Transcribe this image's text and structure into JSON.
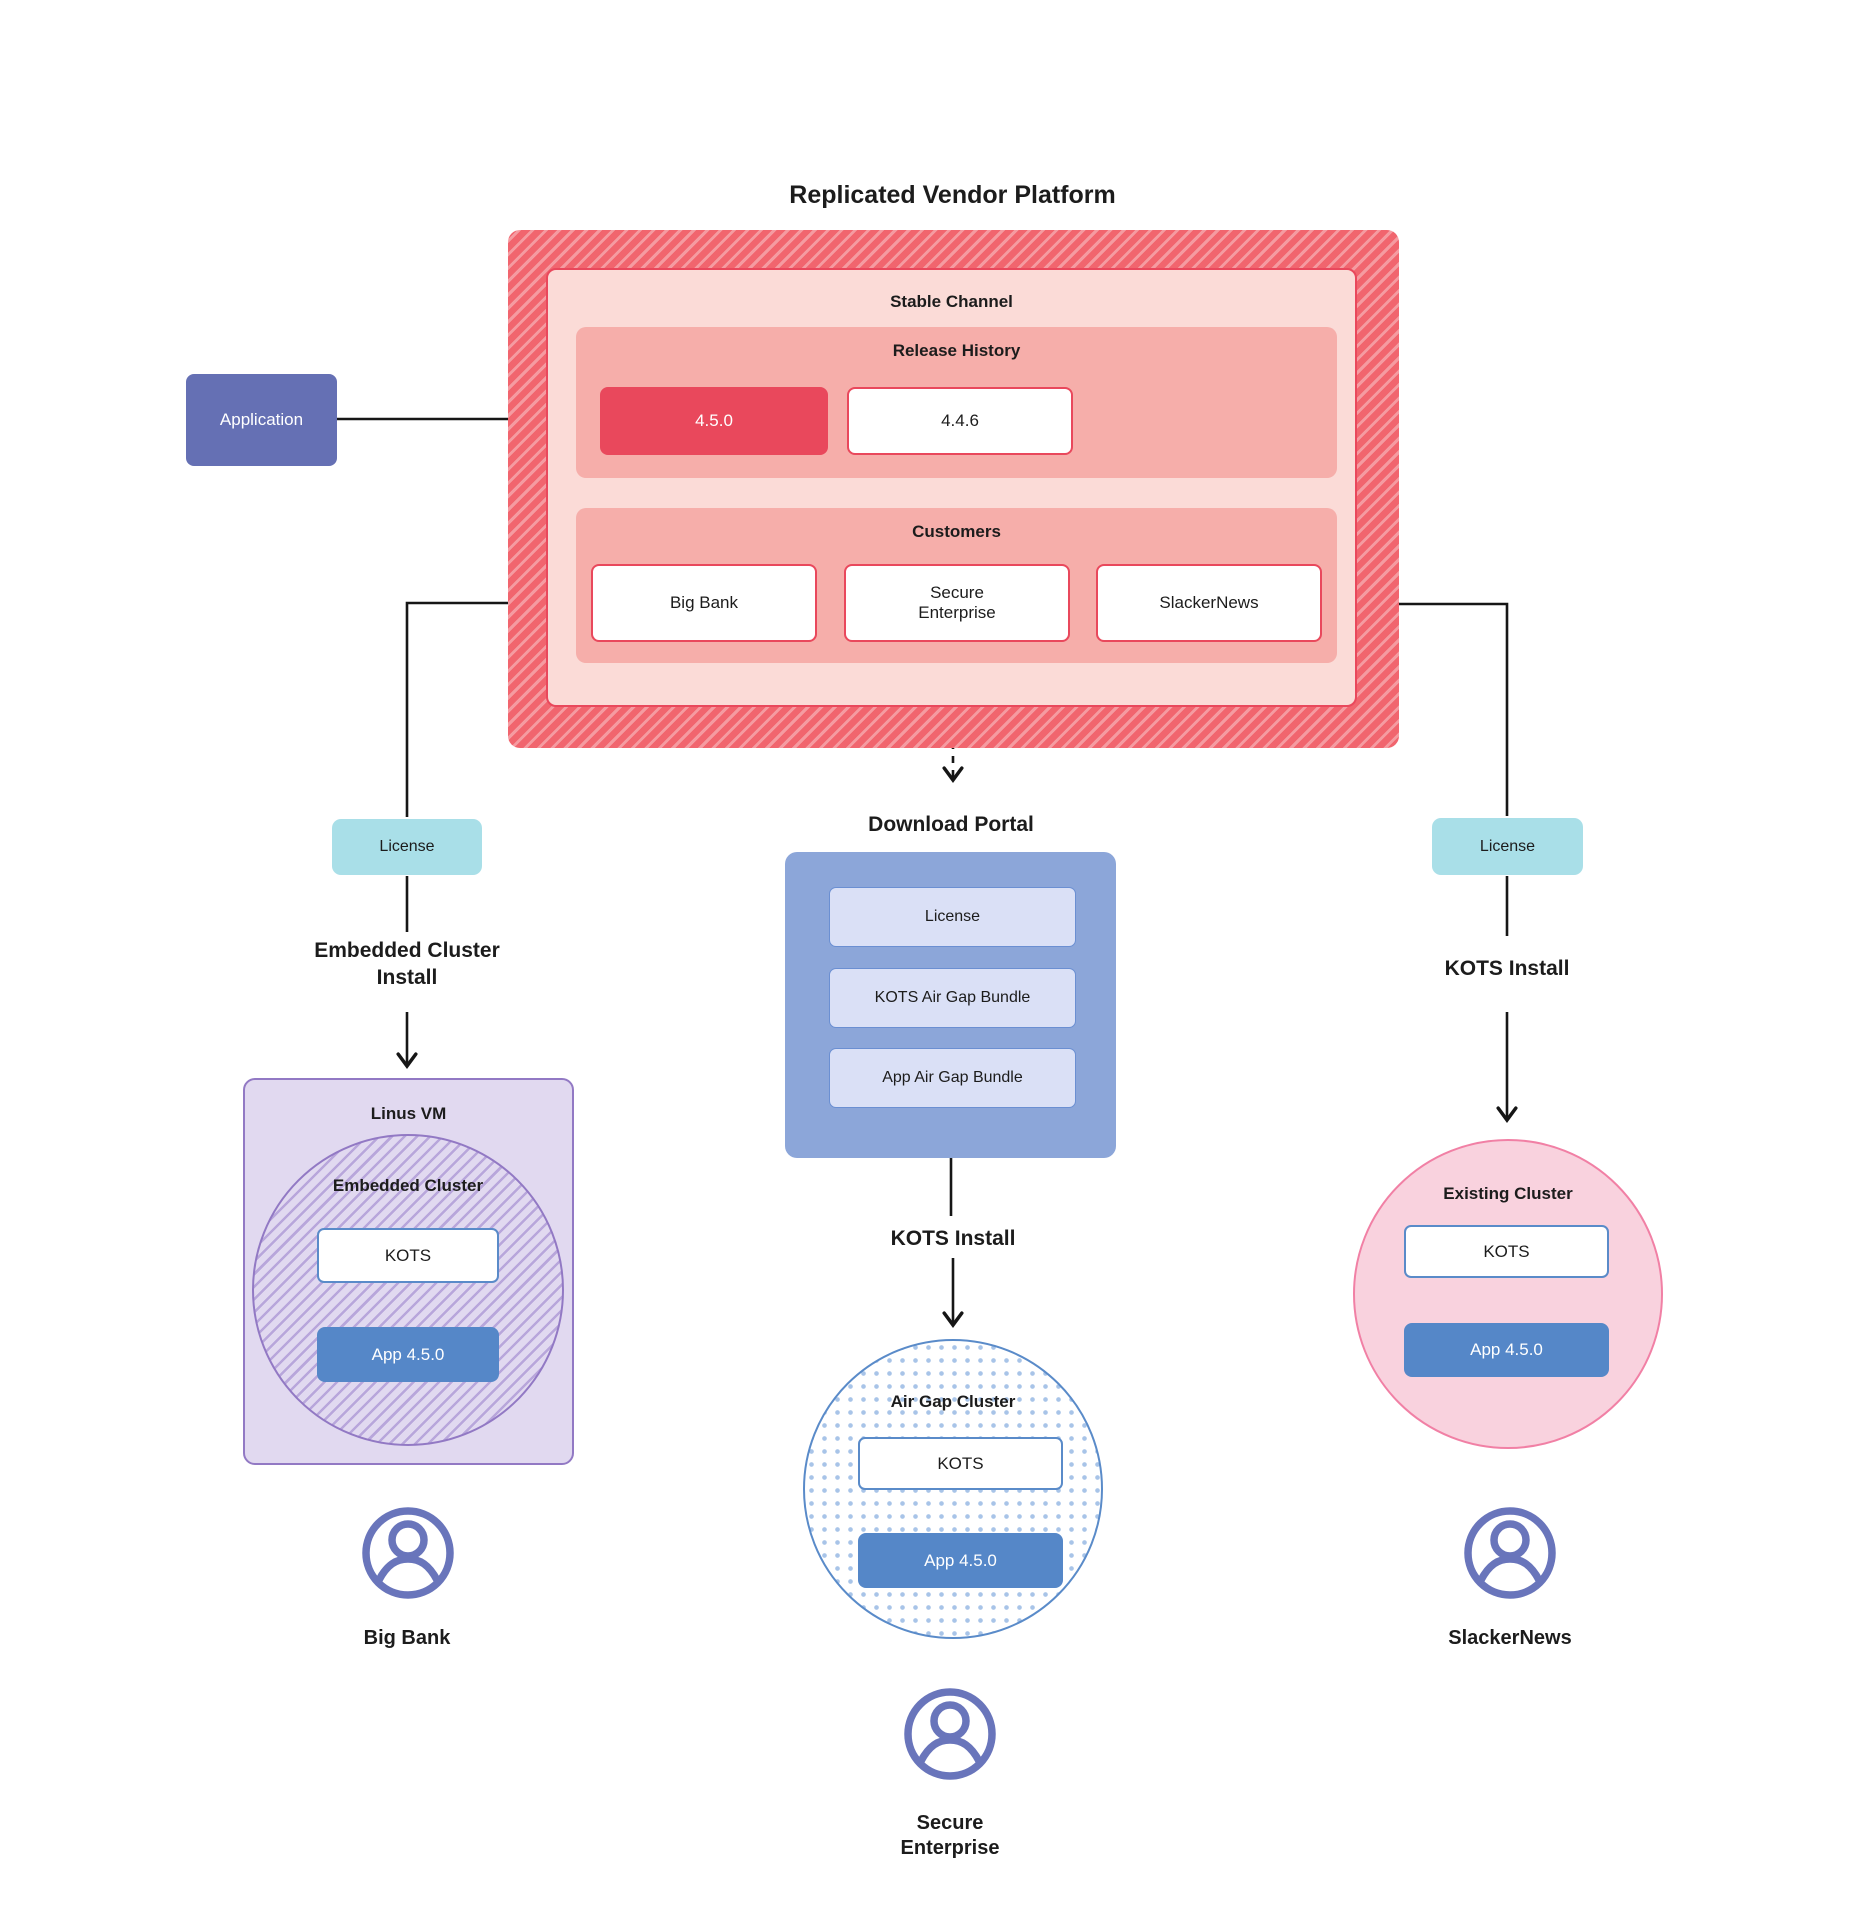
{
  "title": "Replicated Vendor Platform",
  "colors": {
    "red_accent": "#e9485c",
    "hatch_base": "#f1656e",
    "hatch_stripe": "#f59ba1",
    "stable_fill": "#fbdbd7",
    "salmon_fill": "#f6aeaa",
    "purple_app": "#6570b4",
    "teal": "#a9dfe8",
    "dp_blue": "#8ca6d9",
    "dp_item_fill": "#dae0f6",
    "dp_item_border": "#6b8fd2",
    "vm_fill": "#e1d9f0",
    "vm_border": "#9279c4",
    "vm_hatch": "#b8a6db",
    "blue_border": "#5a8bc9",
    "app_blue": "#5587c8",
    "pink_fill": "#f9d2de",
    "pink_border": "#f180a5",
    "dot_color": "#a8c4e8",
    "person": "#6975bb",
    "line": "#161616",
    "text": "#1c1c1c"
  },
  "application": {
    "label": "Application"
  },
  "platform": {
    "stable_channel": {
      "label": "Stable Channel",
      "release_history": {
        "label": "Release History",
        "releases": [
          {
            "version": "4.5.0",
            "highlight": true
          },
          {
            "version": "4.4.6",
            "highlight": false
          }
        ]
      },
      "customers": {
        "label": "Customers",
        "items": [
          {
            "name": "Big Bank"
          },
          {
            "name": "Secure Enterprise"
          },
          {
            "name": "SlackerNews"
          }
        ]
      }
    }
  },
  "download_portal": {
    "title": "Download Portal",
    "items": [
      {
        "label": "License"
      },
      {
        "label": "KOTS Air Gap Bundle"
      },
      {
        "label": "App Air Gap Bundle"
      }
    ]
  },
  "branches": {
    "left": {
      "license": "License",
      "install_label": "Embedded Cluster Install",
      "vm_label": "Linus VM",
      "cluster_label": "Embedded Cluster",
      "kots": "KOTS",
      "app": "App 4.5.0",
      "customer": "Big Bank",
      "icon": "user-icon"
    },
    "middle": {
      "install_label": "KOTS Install",
      "cluster_label": "Air Gap Cluster",
      "kots": "KOTS",
      "app": "App 4.5.0",
      "customer": "Secure Enterprise",
      "icon": "user-icon"
    },
    "right": {
      "license": "License",
      "install_label": "KOTS Install",
      "cluster_label": "Existing Cluster",
      "kots": "KOTS",
      "app": "App 4.5.0",
      "customer": "SlackerNews",
      "icon": "user-icon"
    }
  }
}
